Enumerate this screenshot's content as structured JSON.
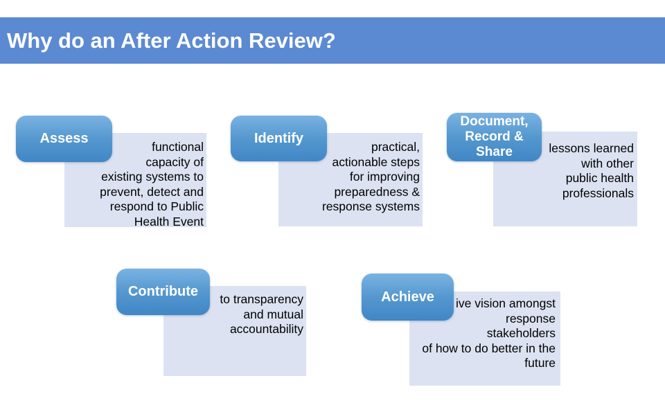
{
  "slide": {
    "title": "Why do an After Action Review?",
    "colors": {
      "title_bar": "#5c8ad2",
      "shape_top": "#7ab2e2",
      "shape_bottom": "#4186c6",
      "textbox_fill": "#dce2f1",
      "shape_text": "#ffffff",
      "body_text": "#000000"
    },
    "groups": [
      {
        "id": "assess",
        "button": "Assess",
        "text": "functional\ncapacity of\nexisting systems to\nprevent, detect and\nrespond to Public\nHealth Event"
      },
      {
        "id": "identify",
        "button": "Identify",
        "text": "practical,\nactionable steps\nfor improving\npreparedness &\nresponse systems"
      },
      {
        "id": "document-record-share",
        "button": "Document,\nRecord &\nShare",
        "text": "lessons learned\nwith other\npublic health\nprofessionals"
      },
      {
        "id": "contribute",
        "button": "Contribute",
        "text": "to transparency\nand mutual\naccountability"
      },
      {
        "id": "achieve",
        "button": "Achieve",
        "text": "ive vision amongst\nresponse\nstakeholders\nof how to do better in the\nfuture"
      }
    ]
  }
}
